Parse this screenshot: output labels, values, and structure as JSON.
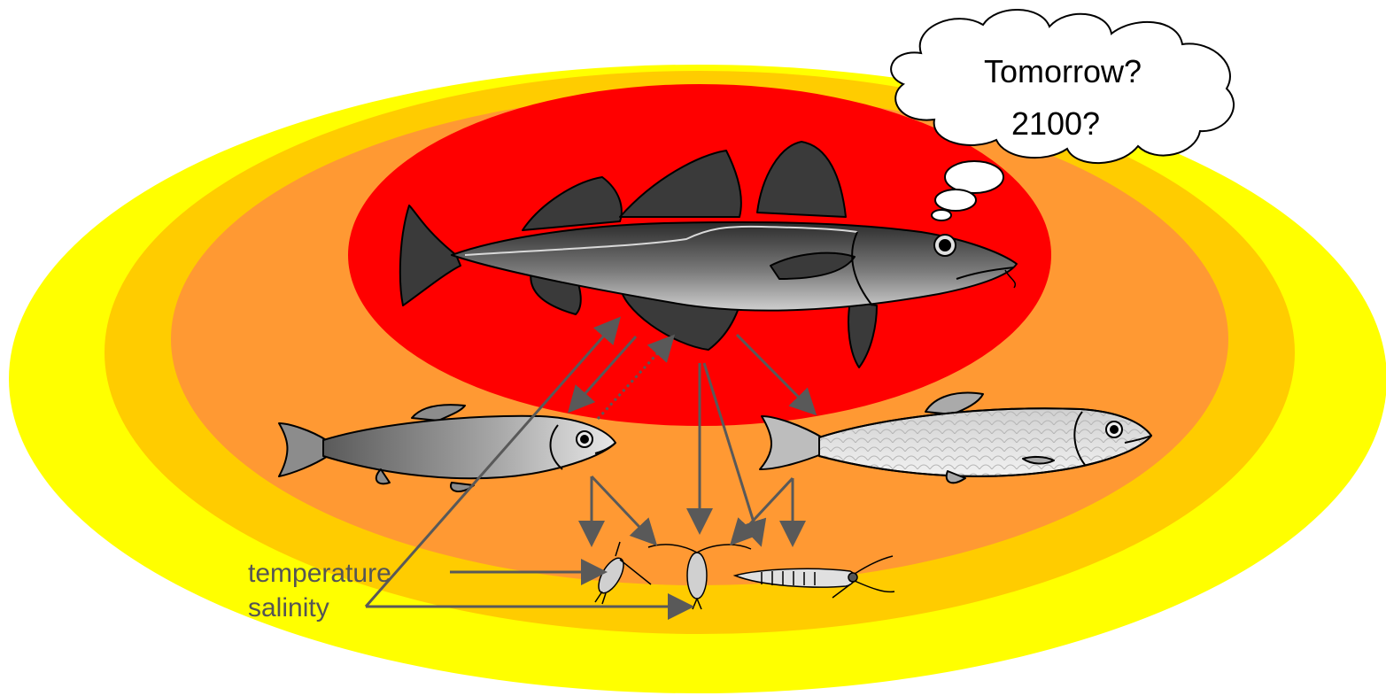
{
  "thought_bubble": {
    "line1": "Tomorrow?",
    "line2": "2100?"
  },
  "environment_labels": {
    "temperature": "temperature",
    "salinity": "salinity"
  },
  "colors": {
    "ring_outer": "#FFFF00",
    "ring_second": "#FFCC00",
    "ring_third": "#FF9933",
    "ring_core": "#FF0000",
    "arrow": "#595959",
    "cod": "#3a3a3a",
    "herring": "#9a9a9a"
  },
  "icons": [
    "cod-icon",
    "herring-icon",
    "sprat-icon",
    "copepod-icon",
    "cladoceran-icon",
    "mysid-shrimp-icon",
    "thought-cloud-icon"
  ]
}
